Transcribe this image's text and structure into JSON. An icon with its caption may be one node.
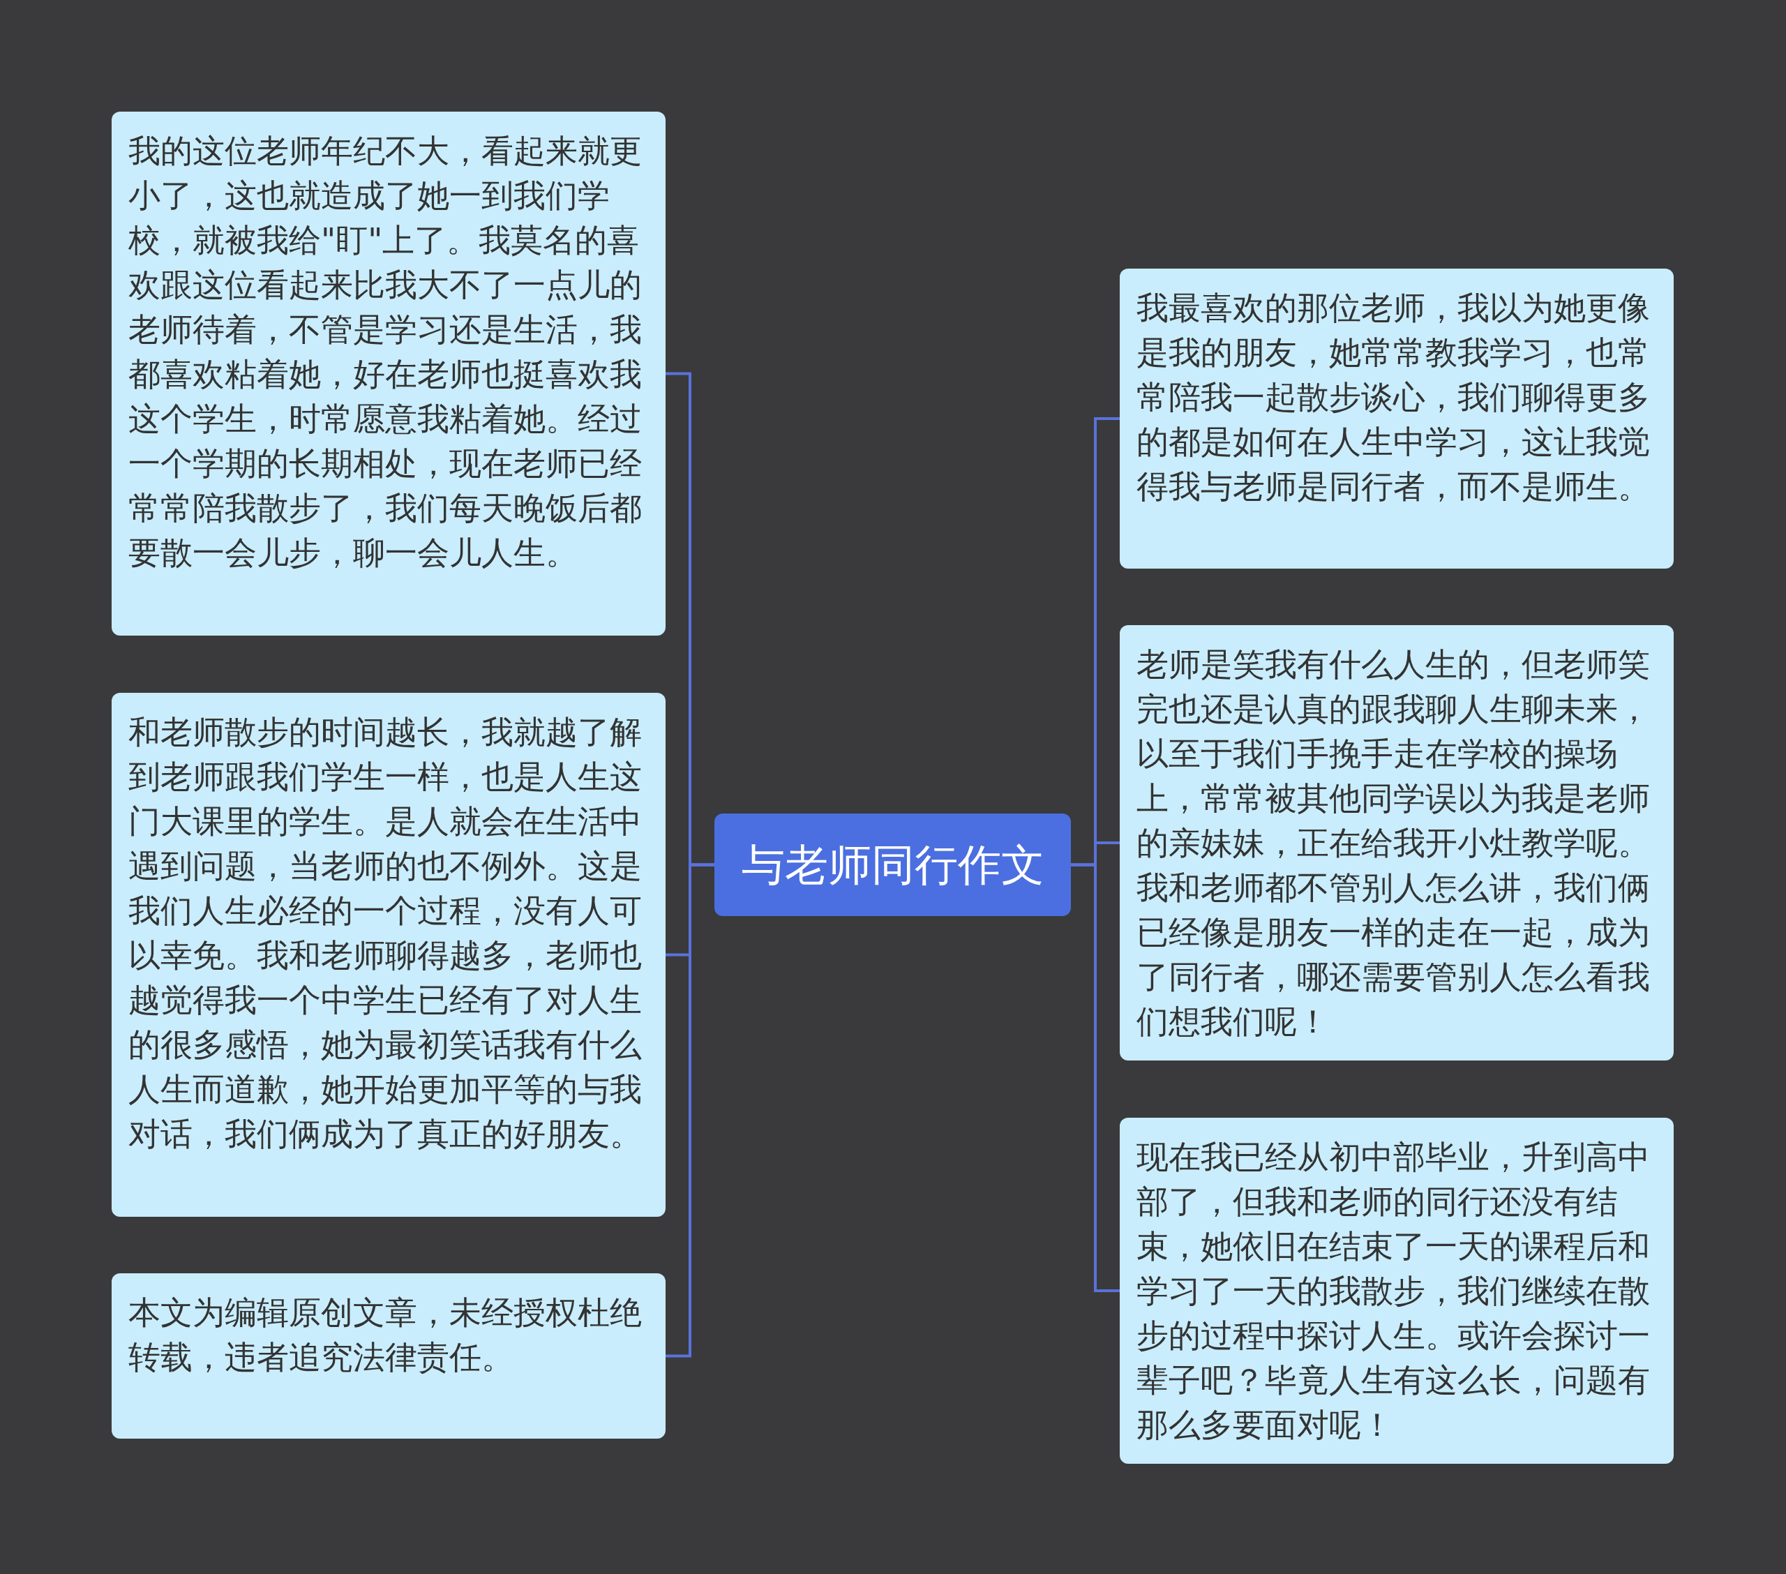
{
  "diagram": {
    "nodes": [
      {
        "text": [
          "与老师同行作文"
        ]
      },
      {
        "text": [
          "我的这位老师年纪不大，看起来就更小了，这也就造成了她一到我们学校，就被我给\"盯\"上了。我莫名的喜欢跟这位看起来比我大不了一点儿的老师待着，不管是学习还是生活，我都喜欢粘着她，好在老师也挺喜欢我这个学生，时常愿意我粘着她。经过一个学期的长期相处，现在老师已经常常陪我散步了，我们每天晚饭后都要散一会儿步，聊一会儿人生。"
        ]
      },
      {
        "text": [
          "和老师散步的时间越长，我就越了解到老师跟我们学生一样，也是人生这门大课里的学生。是人就会在生活中遇到问题，当老师的也不例外。这是我们人生必经的一个过程，没有人可以幸免。我和老师聊得越多，老师也越觉得我一个中学生已经有了对人生的很多感悟，她为最初笑话我有什么人生而道歉，她开始更加平等的与我对话，我们俩成为了真正的好朋友。"
        ]
      },
      {
        "text": [
          "本文为编辑原创文章，未经授权杜绝转载，违者追究法律责任。"
        ]
      },
      {
        "text": [
          "我最喜欢的那位老师，我以为她更像是我的朋友，她常常教我学习，也常常陪我一起散步谈心，我们聊得更多的都是如何在人生中学习，这让我觉得我与老师是同行者，而不是师生。"
        ]
      },
      {
        "text": [
          "老师是笑我有什么人生的，但老师笑完也还是认真的跟我聊人生聊未来，以至于我们手挽手走在学校的操场上，常常被其他同学误以为我是老师的亲妹妹，正在给我开小灶教学呢。我和老师都不管别人怎么讲，我们俩已经像是朋友一样的走在一起，成为了同行者，哪还需要管别人怎么看我们想我们呢！"
        ]
      },
      {
        "text": [
          "现在我已经从初中部毕业，升到高中部了，但我和老师的同行还没有结束，她依旧在结束了一天的课程后和学习了一天的我散步，我们继续在散步的过程中探讨人生。或许会探讨一辈子吧？毕竟人生有这么长，问题有那么多要面对呢！"
        ]
      }
    ],
    "edges": [
      {
        "from": 0,
        "to": 1,
        "arrow": "none"
      },
      {
        "from": 0,
        "to": 2,
        "arrow": "none"
      },
      {
        "from": 0,
        "to": 3,
        "arrow": "none"
      },
      {
        "from": 0,
        "to": 4,
        "arrow": "none"
      },
      {
        "from": 0,
        "to": 5,
        "arrow": "none"
      },
      {
        "from": 0,
        "to": 6,
        "arrow": "none"
      }
    ]
  }
}
